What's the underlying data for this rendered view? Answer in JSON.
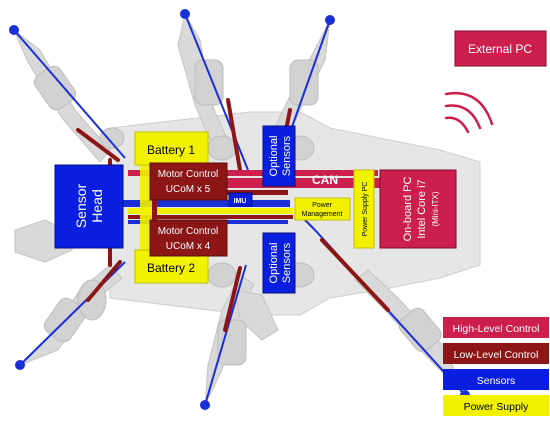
{
  "labels": {
    "external_pc": "External PC",
    "battery_1": "Battery 1",
    "battery_2": "Battery 2",
    "motor_control_top_1": "Motor Control",
    "motor_control_top_2": "UCoM x 5",
    "motor_control_bottom_1": "Motor Control",
    "motor_control_bottom_2": "UCoM x 4",
    "sensor_head_1": "Sensor",
    "sensor_head_2": "Head",
    "optional_sensors_top_1": "Optional",
    "optional_sensors_top_2": "Sensors",
    "optional_sensors_bottom_1": "Optional",
    "optional_sensors_bottom_2": "Sensors",
    "can": "CAN",
    "imu": "IMU",
    "power_management_1": "Power",
    "power_management_2": "Management",
    "power_supply_pc": "Power Supply PC",
    "onboard_pc_1": "On-board PC",
    "onboard_pc_2": "Intel Core i7",
    "onboard_pc_3": "(Mini-ITX)"
  },
  "legend": [
    {
      "label": "High-Level Control",
      "color": "#cc1f4d",
      "text_color": "#ffffff"
    },
    {
      "label": "Low-Level Control",
      "color": "#8c1515",
      "text_color": "#ffffff"
    },
    {
      "label": "Sensors",
      "color": "#0a1ee0",
      "text_color": "#ffffff"
    },
    {
      "label": "Power Supply",
      "color": "#f2f200",
      "text_color": "#000000"
    }
  ],
  "colors": {
    "high_level": "#cc1f4d",
    "low_level": "#8c1515",
    "sensors": "#0a1ee0",
    "power": "#f2f200",
    "robot_gray": "#c8c8c8"
  }
}
